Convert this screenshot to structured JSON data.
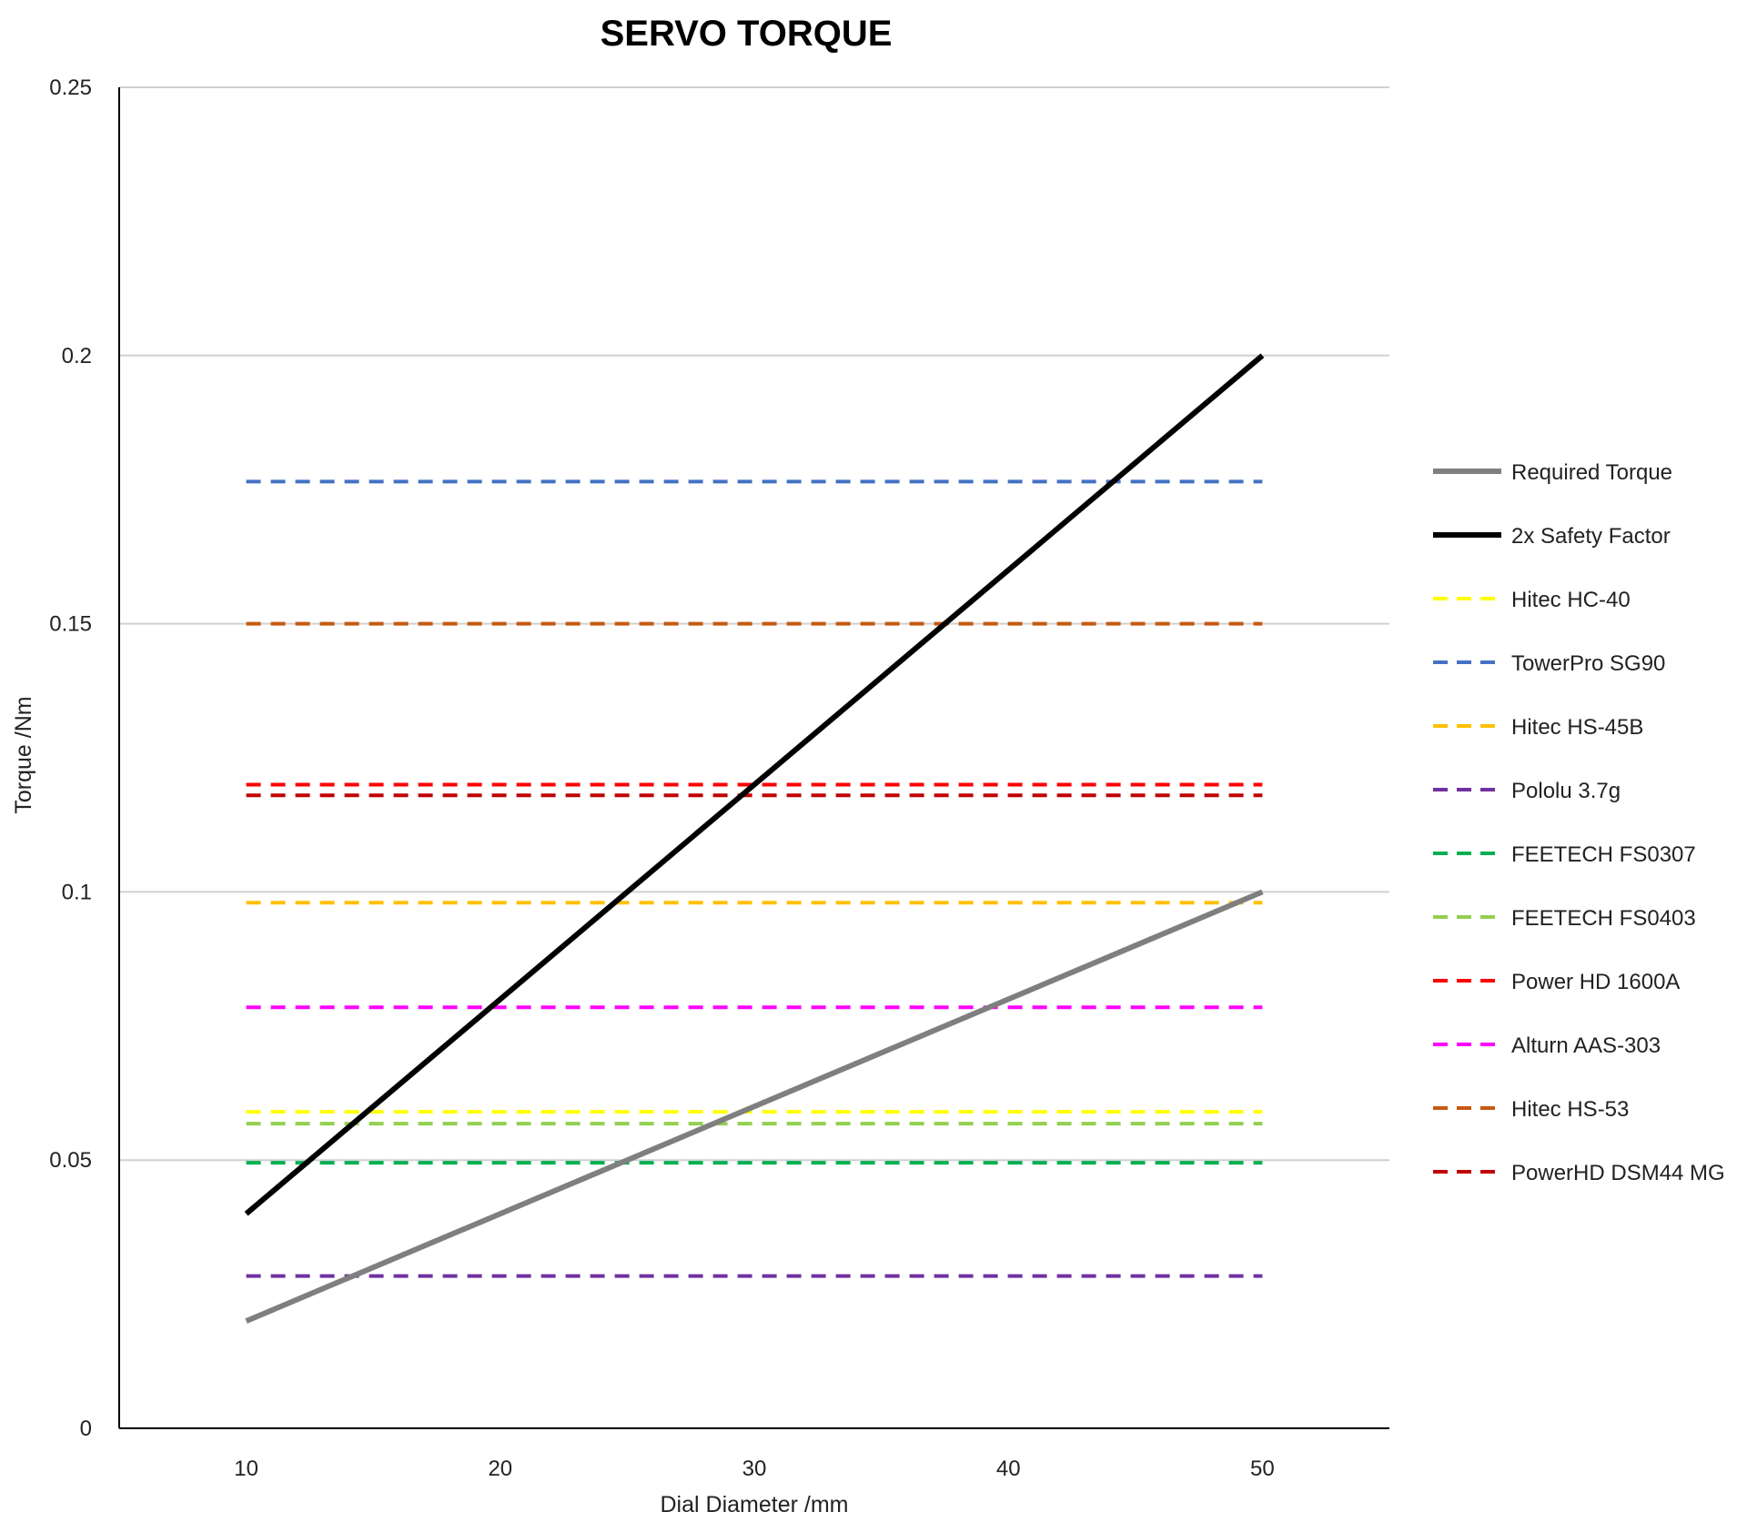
{
  "chart_data": {
    "type": "line",
    "title": "SERVO TORQUE",
    "xlabel": "Dial Diameter /mm",
    "ylabel": "Torque /Nm",
    "xlim": [
      5,
      55
    ],
    "ylim": [
      0,
      0.25
    ],
    "x_ticks": [
      "10",
      "20",
      "30",
      "40",
      "50"
    ],
    "x_tick_values": [
      10,
      20,
      30,
      40,
      50
    ],
    "y_ticks": [
      "0",
      "0.05",
      "0.1",
      "0.15",
      "0.2",
      "0.25"
    ],
    "y_tick_values": [
      0,
      0.05,
      0.1,
      0.15,
      0.2,
      0.25
    ],
    "grid": "horizontal",
    "legend_position": "right",
    "series": [
      {
        "name": "Required Torque",
        "x": [
          10,
          50
        ],
        "y": [
          0.02,
          0.1
        ],
        "color": "#7f7f7f",
        "dash": "solid"
      },
      {
        "name": "2x Safety Factor",
        "x": [
          10,
          50
        ],
        "y": [
          0.04,
          0.2
        ],
        "color": "#000000",
        "dash": "solid"
      },
      {
        "name": "Hitec HC-40",
        "x": [
          10,
          50
        ],
        "y": [
          0.059,
          0.059
        ],
        "color": "#ffff00",
        "dash": "dashed"
      },
      {
        "name": "TowerPro SG90",
        "x": [
          10,
          50
        ],
        "y": [
          0.1765,
          0.1765
        ],
        "color": "#4472c4",
        "dash": "dashed"
      },
      {
        "name": "Hitec HS-45B",
        "x": [
          10,
          50
        ],
        "y": [
          0.098,
          0.098
        ],
        "color": "#ffc000",
        "dash": "dashed"
      },
      {
        "name": "Pololu 3.7g",
        "x": [
          10,
          50
        ],
        "y": [
          0.0284,
          0.0284
        ],
        "color": "#7030a0",
        "dash": "dashed"
      },
      {
        "name": "FEETECH FS0307",
        "x": [
          10,
          50
        ],
        "y": [
          0.0495,
          0.0495
        ],
        "color": "#00b050",
        "dash": "dashed"
      },
      {
        "name": "FEETECH FS0403",
        "x": [
          10,
          50
        ],
        "y": [
          0.0568,
          0.0568
        ],
        "color": "#92d050",
        "dash": "dashed"
      },
      {
        "name": "Power HD 1600A",
        "x": [
          10,
          50
        ],
        "y": [
          0.12,
          0.12
        ],
        "color": "#ff0000",
        "dash": "dashed"
      },
      {
        "name": "Alturn AAS-303",
        "x": [
          10,
          50
        ],
        "y": [
          0.0785,
          0.0785
        ],
        "color": "#ff00ff",
        "dash": "dashed"
      },
      {
        "name": "Hitec HS-53",
        "x": [
          10,
          50
        ],
        "y": [
          0.15,
          0.15
        ],
        "color": "#c55a11",
        "dash": "dashed"
      },
      {
        "name": "PowerHD DSM44 MG",
        "x": [
          10,
          50
        ],
        "y": [
          0.118,
          0.118
        ],
        "color": "#c00000",
        "dash": "dashed"
      }
    ]
  }
}
